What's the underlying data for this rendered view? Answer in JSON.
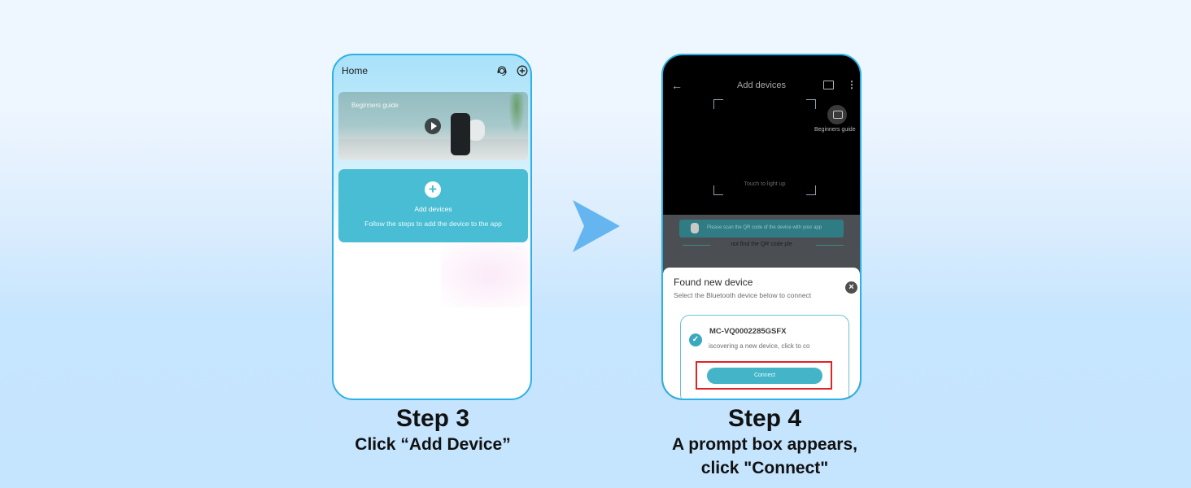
{
  "colors": {
    "phone_border": "#2bb1e6",
    "accent_teal": "#48bdd3",
    "arrow": "#64b5f0",
    "highlight_red": "#e02424",
    "background_top": "#eef6ff",
    "background_bottom": "#c5e4fe"
  },
  "step3": {
    "caption": {
      "title": "Step 3",
      "description": "Click “Add Device”"
    },
    "phone": {
      "header_title": "Home",
      "icons": [
        "headset-icon",
        "add-circle-icon"
      ],
      "guide_card": {
        "label": "Beginners guide",
        "icon": "play-icon"
      },
      "add_card": {
        "icon": "plus-icon",
        "title": "Add devices",
        "subtitle": "Follow the steps to add the device to the app"
      }
    }
  },
  "arrow_icon": "chevron-right-arrow-icon",
  "step4": {
    "caption": {
      "title": "Step 4",
      "description_line1": "A prompt box appears,",
      "description_line2": "click \"Connect\""
    },
    "phone": {
      "header_title": "Add devices",
      "icons": [
        "back-arrow-icon",
        "gallery-icon",
        "more-vertical-icon"
      ],
      "scan_hint": "Touch to light up",
      "guide_button_label": "Beginners guide",
      "tip_text": "Please scan the QR code of the device with your app",
      "no_qr_text": "not find the QR code ple",
      "sheet": {
        "title": "Found new device",
        "subtitle": "Select the Bluetooth device below to connect",
        "device": {
          "name": "MC-VQ0002285GSFX",
          "description": "iscovering a new device, click to co",
          "selected": true
        },
        "connect_label": "Connect"
      }
    }
  }
}
